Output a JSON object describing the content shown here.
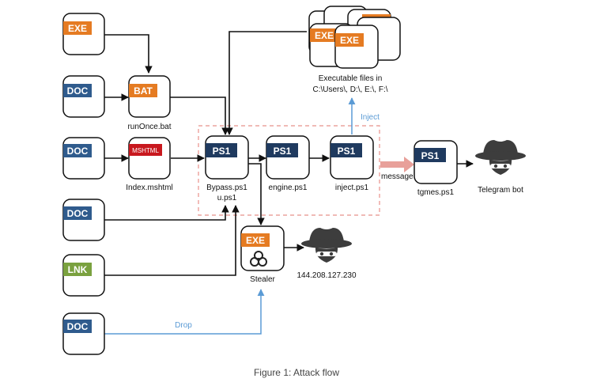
{
  "caption": "Figure 1: Attack flow",
  "nodes": {
    "exe_top": "EXE",
    "doc_1": "DOC",
    "bat": "BAT",
    "doc_2": "DOC",
    "mshtml": "MSHTML",
    "doc_3": "DOC",
    "lnk": "LNK",
    "doc_4": "DOC",
    "ps1_bypass": "PS1",
    "ps1_engine": "PS1",
    "ps1_inject": "PS1",
    "ps1_tgmes": "PS1",
    "stealer_exe": "EXE",
    "exec_exe_1": "EXE",
    "exec_exe_2": "EXE"
  },
  "labels": {
    "runonce": "runOnce.bat",
    "index_mshtml": "Index.mshtml",
    "bypass": "Bypass.ps1",
    "u_ps1": "u.ps1",
    "engine": "engine.ps1",
    "inject": "inject.ps1",
    "tgmes": "tgmes.ps1",
    "stealer": "Stealer",
    "stealer_ip": "144.208.127.230",
    "telegram": "Telegram bot",
    "exec_line1": "Executable files in",
    "exec_line2": "C:\\Users\\, D:\\, E:\\, F:\\",
    "edge_inject": "Inject",
    "edge_message": "message",
    "edge_drop": "Drop"
  },
  "colors": {
    "exe": "#e57b22",
    "doc": "#2f5b8d",
    "lnk": "#7aa13f",
    "bat": "#e57b22",
    "mshtml": "#c8181e",
    "ps1": "#1f3a5f",
    "blue_line": "#5b9bd5",
    "dashed_box": "#e8908a",
    "message_arrow": "#e8a09a",
    "hacker": "#3d3d3d"
  }
}
